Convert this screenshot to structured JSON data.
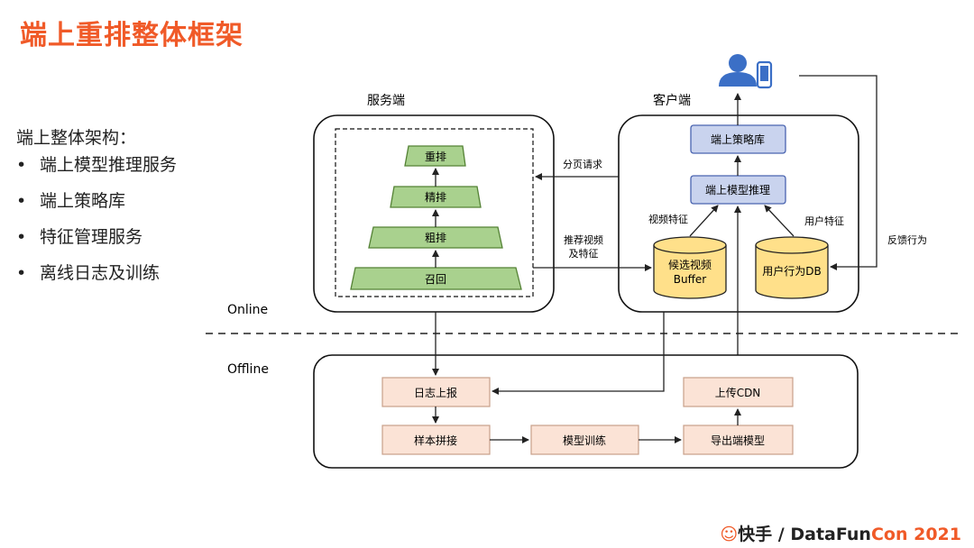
{
  "title": "端上重排整体框架",
  "left_panel": {
    "heading": "端上整体架构：",
    "bullets": [
      "端上模型推理服务",
      "端上策略库",
      "特征管理服务",
      "离线日志及训练"
    ]
  },
  "diagram": {
    "server_label": "服务端",
    "client_label": "客户端",
    "online_label": "Online",
    "offline_label": "Offline",
    "funnel": [
      "重排",
      "精排",
      "粗排",
      "召回"
    ],
    "client_boxes": {
      "strategy": "端上策略库",
      "inference": "端上模型推理"
    },
    "candidate_db": {
      "line1": "候选视频",
      "line2": "Buffer"
    },
    "user_db": "用户行为DB",
    "edge_labels": {
      "page_request": "分页请求",
      "recommend_line1": "推荐视频",
      "recommend_line2": "及特征",
      "video_feature": "视频特征",
      "user_feature": "用户特征",
      "feedback": "反馈行为"
    },
    "offline_boxes": {
      "log_report": "日志上报",
      "sample_join": "样本拼接",
      "model_train": "模型训练",
      "export_model": "导出端模型",
      "upload_cdn": "上传CDN"
    }
  },
  "colors": {
    "title": "#f05a28",
    "funnel_fill": "#a9d18e",
    "funnel_stroke": "#548235",
    "client_box_fill": "#c9d3ee",
    "client_box_stroke": "#4a64b0",
    "db_fill": "#ffe08a",
    "offline_box_fill": "#fbe3d6",
    "offline_box_stroke": "#c9a08a",
    "user_icon": "#3b6fc6"
  },
  "footer": {
    "brand": "快手",
    "separator": "/",
    "org_a": "DataFun",
    "org_b": "Con",
    "year": "2021"
  }
}
